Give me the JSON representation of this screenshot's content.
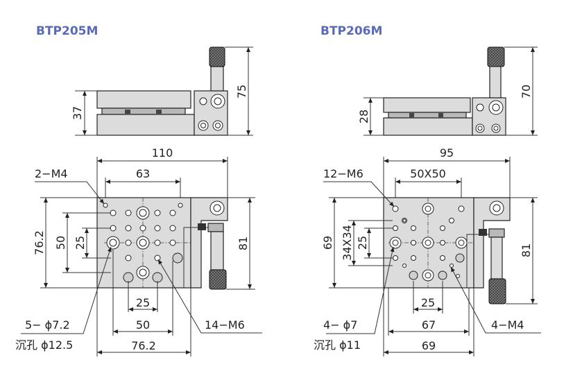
{
  "left": {
    "title": "BTP205M",
    "dims": {
      "h37": "37",
      "h75": "75",
      "w110": "110",
      "c63": "63",
      "h76_2": "76.2",
      "h50": "50",
      "h25": "25",
      "h81": "81",
      "b25": "25",
      "b50": "50",
      "b76_2": "76.2"
    },
    "callouts": {
      "m4": "2−M4",
      "m6": "14−M6",
      "phi": "5− ϕ7.2",
      "counterbore": "沉孔 ϕ12.5"
    }
  },
  "right": {
    "title": "BTP206M",
    "dims": {
      "h28": "28",
      "h70": "70",
      "w95": "95",
      "c50x50": "50X50",
      "h69": "69",
      "h34x34": "34X34",
      "h25": "25",
      "h81": "81",
      "b25": "25",
      "b67": "67",
      "b69": "69"
    },
    "callouts": {
      "m6": "12−M6",
      "m4": "4−M4",
      "phi": "4− ϕ7",
      "counterbore": "沉孔 ϕ11"
    }
  },
  "colors": {
    "title": "#5b6bb3",
    "body": "#dcdcdc",
    "line": "#333333"
  }
}
